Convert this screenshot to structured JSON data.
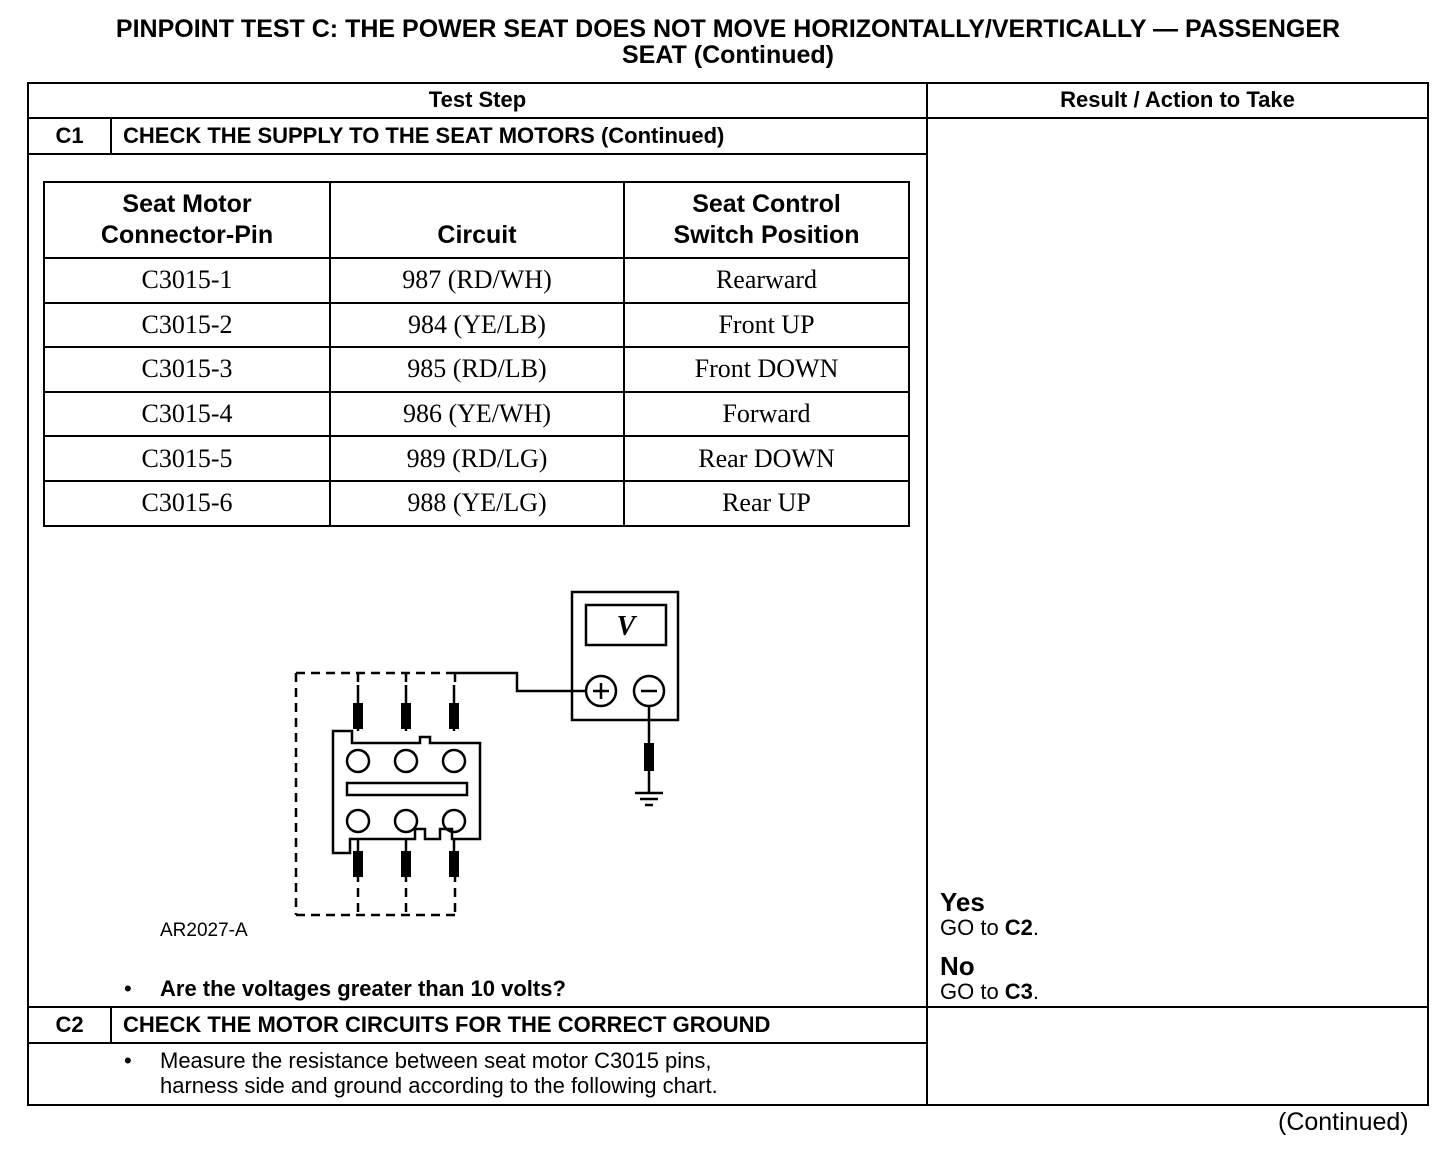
{
  "page": {
    "title_line1": "PINPOINT TEST  C: THE POWER SEAT DOES NOT MOVE HORIZONTALLY/VERTICALLY — PASSENGER",
    "title_line2": "SEAT (Continued)",
    "continued": "(Continued)"
  },
  "table": {
    "col_test_step": "Test Step",
    "col_result": "Result / Action to Take"
  },
  "steps": [
    {
      "id": "C1",
      "title": "CHECK THE SUPPLY TO THE SEAT MOTORS (Continued)",
      "question": "Are the voltages greater than 10 volts?",
      "figure_label": "AR2027-A",
      "voltmeter_symbol": "V",
      "result": {
        "yes_label": "Yes",
        "yes_action_prefix": "GO to ",
        "yes_action_target": "C2",
        "yes_action_suffix": ".",
        "no_label": "No",
        "no_action_prefix": "GO to ",
        "no_action_target": "C3",
        "no_action_suffix": "."
      }
    },
    {
      "id": "C2",
      "title": "CHECK THE MOTOR CIRCUITS FOR THE CORRECT GROUND",
      "instruction_line1": "Measure the resistance between seat motor C3015 pins,",
      "instruction_line2": "harness side and ground according to the following chart."
    }
  ],
  "pin_table": {
    "headers": [
      {
        "line1": "Seat Motor",
        "line2": "Connector-Pin"
      },
      {
        "line1": "",
        "line2": "Circuit"
      },
      {
        "line1": "Seat Control",
        "line2": "Switch Position"
      }
    ],
    "rows": [
      [
        "C3015-1",
        "987 (RD/WH)",
        "Rearward"
      ],
      [
        "C3015-2",
        "984 (YE/LB)",
        "Front UP"
      ],
      [
        "C3015-3",
        "985 (RD/LB)",
        "Front DOWN"
      ],
      [
        "C3015-4",
        "986 (YE/WH)",
        "Forward"
      ],
      [
        "C3015-5",
        "989 (RD/LG)",
        "Rear DOWN"
      ],
      [
        "C3015-6",
        "988 (YE/LG)",
        "Rear UP"
      ]
    ]
  },
  "bullet_symbol": "•"
}
